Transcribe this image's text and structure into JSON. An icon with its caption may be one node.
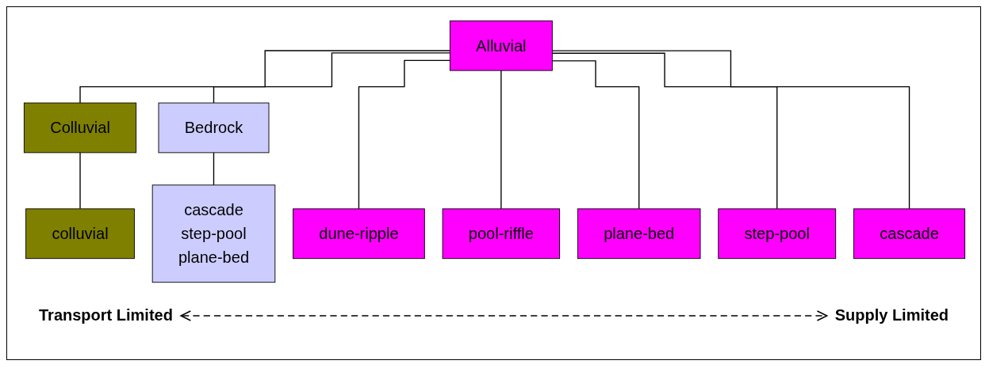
{
  "diagram": {
    "nodes": [
      {
        "text": [
          "Colluvial"
        ]
      },
      {
        "text": [
          "Alluvial"
        ]
      },
      {
        "text": [
          "Bedrock"
        ]
      },
      {
        "text": [
          "colluvial"
        ]
      },
      {
        "text": [
          "dune-ripple"
        ]
      },
      {
        "text": [
          "pool-riffle"
        ]
      },
      {
        "text": [
          "plane-bed"
        ]
      },
      {
        "text": [
          "step-pool"
        ]
      },
      {
        "text": [
          "cascade"
        ]
      },
      {
        "text": [
          "cascade",
          "step-pool",
          "plane-bed"
        ]
      }
    ],
    "edges": [
      {
        "from": 1,
        "to": 0,
        "arrow": "none"
      },
      {
        "from": 1,
        "to": 2,
        "arrow": "none"
      },
      {
        "from": 0,
        "to": 3,
        "arrow": "none"
      },
      {
        "from": 1,
        "to": 4,
        "arrow": "none"
      },
      {
        "from": 1,
        "to": 5,
        "arrow": "none"
      },
      {
        "from": 1,
        "to": 6,
        "arrow": "none"
      },
      {
        "from": 1,
        "to": 7,
        "arrow": "none"
      },
      {
        "from": 1,
        "to": 8,
        "arrow": "none"
      },
      {
        "from": 2,
        "to": 9,
        "arrow": "none"
      }
    ],
    "labels": [
      "Transport Limited",
      "Supply Limited"
    ]
  }
}
